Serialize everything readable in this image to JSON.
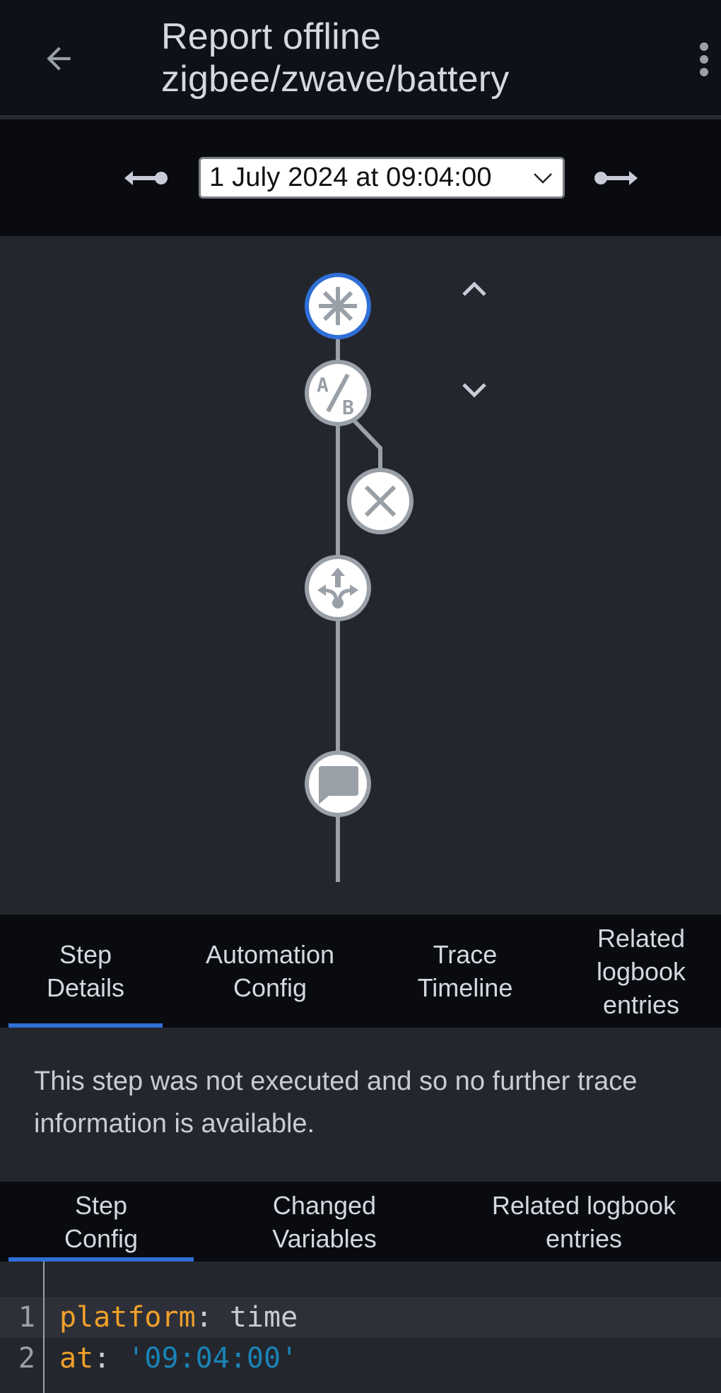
{
  "header": {
    "title_line1": "Report offline",
    "title_line2": "zigbee/zwave/battery",
    "back_icon": "arrow-left-icon",
    "menu_icon": "dots-vertical-icon"
  },
  "trace_selector": {
    "selected": "1 July 2024 at 09:04:00",
    "prev_icon": "ray-end-arrow-left-icon",
    "next_icon": "ray-start-arrow-right-icon"
  },
  "graph": {
    "nodes": [
      {
        "type": "trigger",
        "icon": "asterisk-icon",
        "active": true
      },
      {
        "type": "condition",
        "icon": "a-b-testing-icon",
        "active": false
      },
      {
        "type": "condition-failed",
        "icon": "close-icon",
        "active": false
      },
      {
        "type": "choose",
        "icon": "call-split-icon",
        "active": false
      },
      {
        "type": "action",
        "icon": "message-icon",
        "active": false
      }
    ],
    "nav": {
      "up_icon": "chevron-up-icon",
      "down_icon": "chevron-down-icon"
    }
  },
  "main_tabs": [
    {
      "label": "Step\nDetails",
      "active": true
    },
    {
      "label": "Automation\nConfig",
      "active": false
    },
    {
      "label": "Trace\nTimeline",
      "active": false
    },
    {
      "label": "Related\nlogbook\nentries",
      "active": false
    }
  ],
  "step_details": {
    "message": "This step was not executed and so no further trace information is available."
  },
  "sub_tabs": [
    {
      "label": "Step\nConfig",
      "active": true
    },
    {
      "label": "Changed\nVariables",
      "active": false
    },
    {
      "label": "Related logbook\nentries",
      "active": false
    }
  ],
  "code": {
    "lines": [
      {
        "number": "1",
        "key": "platform",
        "sep": ": ",
        "value": "time",
        "value_type": "plain"
      },
      {
        "number": "2",
        "key": "at",
        "sep": ": ",
        "value": "'09:04:00'",
        "value_type": "string"
      }
    ]
  },
  "colors": {
    "accent": "#2f6fd6",
    "header_bg": "#0e1117",
    "panel_bg": "#23262d",
    "tab_bg": "#090b10",
    "yaml_key": "#f0a029",
    "yaml_string": "#1a83b5",
    "node_border": "#9aa0a8"
  }
}
